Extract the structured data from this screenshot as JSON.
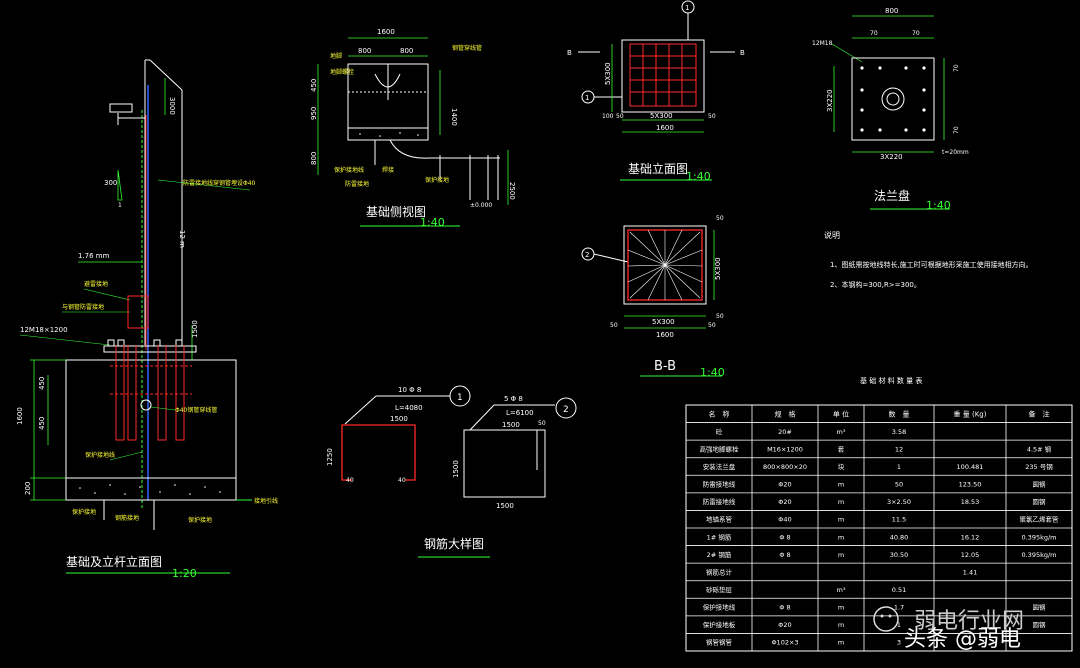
{
  "colors": {
    "background": "#000000",
    "outline": "#ffffff",
    "dimension": "#00ff00",
    "rebar": "#ff2a2a",
    "label": "#ffff33",
    "blue": "#3366ff"
  },
  "elevation": {
    "title": "基础及立杆立面图",
    "scale": "1:20",
    "dims": {
      "top": "3000",
      "slope": "300",
      "slope_small": "1",
      "left_anchor": "12M18×1200",
      "h1600": "1600",
      "h450": "450",
      "h450b": "450",
      "h200": "200",
      "h1500": "1500",
      "h12m": "12 m",
      "h176": "1.76 mm"
    },
    "labels": [
      "防雷接地线穿钢管埋设Φ40",
      "避雷接地",
      "接地引线",
      "与钢管防雷接地",
      "Φ40钢管穿线管",
      "保护接地线",
      "保护接地",
      "钢筋接地",
      "保护接地"
    ]
  },
  "side": {
    "title": "基础侧视图",
    "scale": "1:40",
    "dims": {
      "w1600": "1600",
      "w800a": "800",
      "w800b": "800",
      "h450": "450",
      "h950": "950",
      "h800": "800",
      "h1400": "1400",
      "h2500": "2500",
      "bottom": "±0.000"
    },
    "labels": [
      "地脚",
      "地脚螺栓",
      "钢管穿线管",
      "保护接地线",
      "防雷接地",
      "保护接地",
      "焊接"
    ]
  },
  "front": {
    "title": "基础立面图",
    "scale": "1:40",
    "callout": "1",
    "callout2": "1",
    "section": "B",
    "section2": "B",
    "dims": {
      "h5x300": "5X300",
      "h50": "50",
      "w50a": "100",
      "w50b": "50",
      "w5x300": "5X300",
      "w1600": "1600"
    }
  },
  "flange": {
    "title": "法兰盘",
    "scale": "1:40",
    "dims": {
      "w800": "800",
      "w70a": "70",
      "w70b": "70",
      "h3x220": "3X220",
      "h70a": "70",
      "h70b": "70",
      "w3x220": "3X220",
      "bolt": "12M18",
      "t": "t=20mm"
    }
  },
  "bb": {
    "title": "B-B",
    "scale": "1:40",
    "callout": "2",
    "dims": {
      "w50a": "50",
      "w50b": "50",
      "w5x300": "5X300",
      "w1600": "1600",
      "h5x300": "5X300",
      "h50a": "50",
      "h50b": "50"
    }
  },
  "notes": {
    "heading": "说明",
    "items": [
      "1、图纸需按地线特长,施工时可根据地形采施工使用接地相方向。",
      "2、本钢构=300,R>=300。"
    ]
  },
  "rebar": {
    "title": "钢筋大样图",
    "bar1": {
      "callout": "1",
      "spec": "10 Φ 8",
      "len": "L=4080",
      "w1500": "1500",
      "h1250": "1250",
      "l40a": "40",
      "l40b": "40"
    },
    "bar2": {
      "callout": "2",
      "spec": "5 Φ 8",
      "len": "L=6100",
      "w1500": "1500",
      "w50": "50",
      "h1500": "1500",
      "wbot": "1500"
    }
  },
  "materials": {
    "title": "基 础 材 料 数 量 表",
    "headers": [
      "名　称",
      "规　格",
      "单 位",
      "数　量",
      "重 量 (Kg)",
      "备　注"
    ],
    "rows": [
      [
        "砼",
        "20#",
        "m³",
        "3.58",
        "",
        ""
      ],
      [
        "高强地脚螺栓",
        "M16×1200",
        "套",
        "12",
        "",
        "4.5# 钢"
      ],
      [
        "安装法兰盘",
        "800×800×20",
        "块",
        "1",
        "100.481",
        "235 号钢"
      ],
      [
        "防雷接地线",
        "Φ20",
        "m",
        "50",
        "123.50",
        "圆钢"
      ],
      [
        "防雷接地线",
        "Φ20",
        "m",
        "3×2.50",
        "18.53",
        "圆钢"
      ],
      [
        "地锚系管",
        "Φ40",
        "m",
        "11.5",
        "",
        "聚氯乙烯套管"
      ],
      [
        "1# 钢筋",
        "Φ 8",
        "m",
        "40.80",
        "16.12",
        "0.395kg/m"
      ],
      [
        "2# 钢筋",
        "Φ 8",
        "m",
        "30.50",
        "12.05",
        "0.395kg/m"
      ],
      [
        "钢筋总计",
        "",
        "",
        "",
        "1.41",
        ""
      ],
      [
        "砂砾垫层",
        "",
        "m³",
        "0.51",
        "",
        ""
      ],
      [
        "保护接地线",
        "Φ 8",
        "m",
        "1.7",
        "",
        "圆钢"
      ],
      [
        "保护接地板",
        "Φ20",
        "m",
        "1",
        "",
        "圆钢"
      ],
      [
        "钢管钢管",
        "Φ102×3",
        "m",
        "3",
        "",
        ""
      ]
    ]
  },
  "watermark": {
    "text1": "弱电行业网",
    "text2": "头条 @弱电"
  }
}
